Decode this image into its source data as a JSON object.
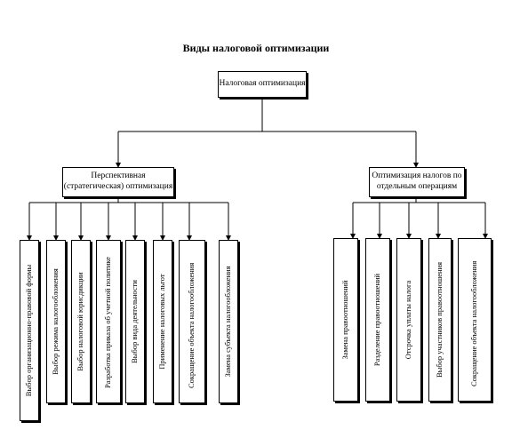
{
  "title": "Виды налоговой оптимизации",
  "root": "Налоговая оптимизация",
  "left_branch": {
    "label_line1": "Перспективная",
    "label_line2": "(стратегическая) оптимизация",
    "items": [
      {
        "label": "Выбор организационно-правовой формы"
      },
      {
        "label": "Выбор режима налогообложения"
      },
      {
        "label": "Выбор налоговой юрисдикции"
      },
      {
        "label": "Разработка приказа об учетной политике"
      },
      {
        "label": "Выбор вида деятельности"
      },
      {
        "label": "Применение налоговых льгот"
      },
      {
        "label": "Сокращение объекта налогообложения"
      },
      {
        "label": "Замена субъекта налогообложения"
      }
    ]
  },
  "right_branch": {
    "label_line1": "Оптимизация налогов по",
    "label_line2": "отдельным операциям",
    "items": [
      {
        "label": "Замена правоотношений"
      },
      {
        "label": "Разделение правоотношений"
      },
      {
        "label": "Отсрочка уплаты налога"
      },
      {
        "label": "Выбор участников правоотношения"
      },
      {
        "label": "Сокращение объекта налогообложения"
      }
    ]
  }
}
